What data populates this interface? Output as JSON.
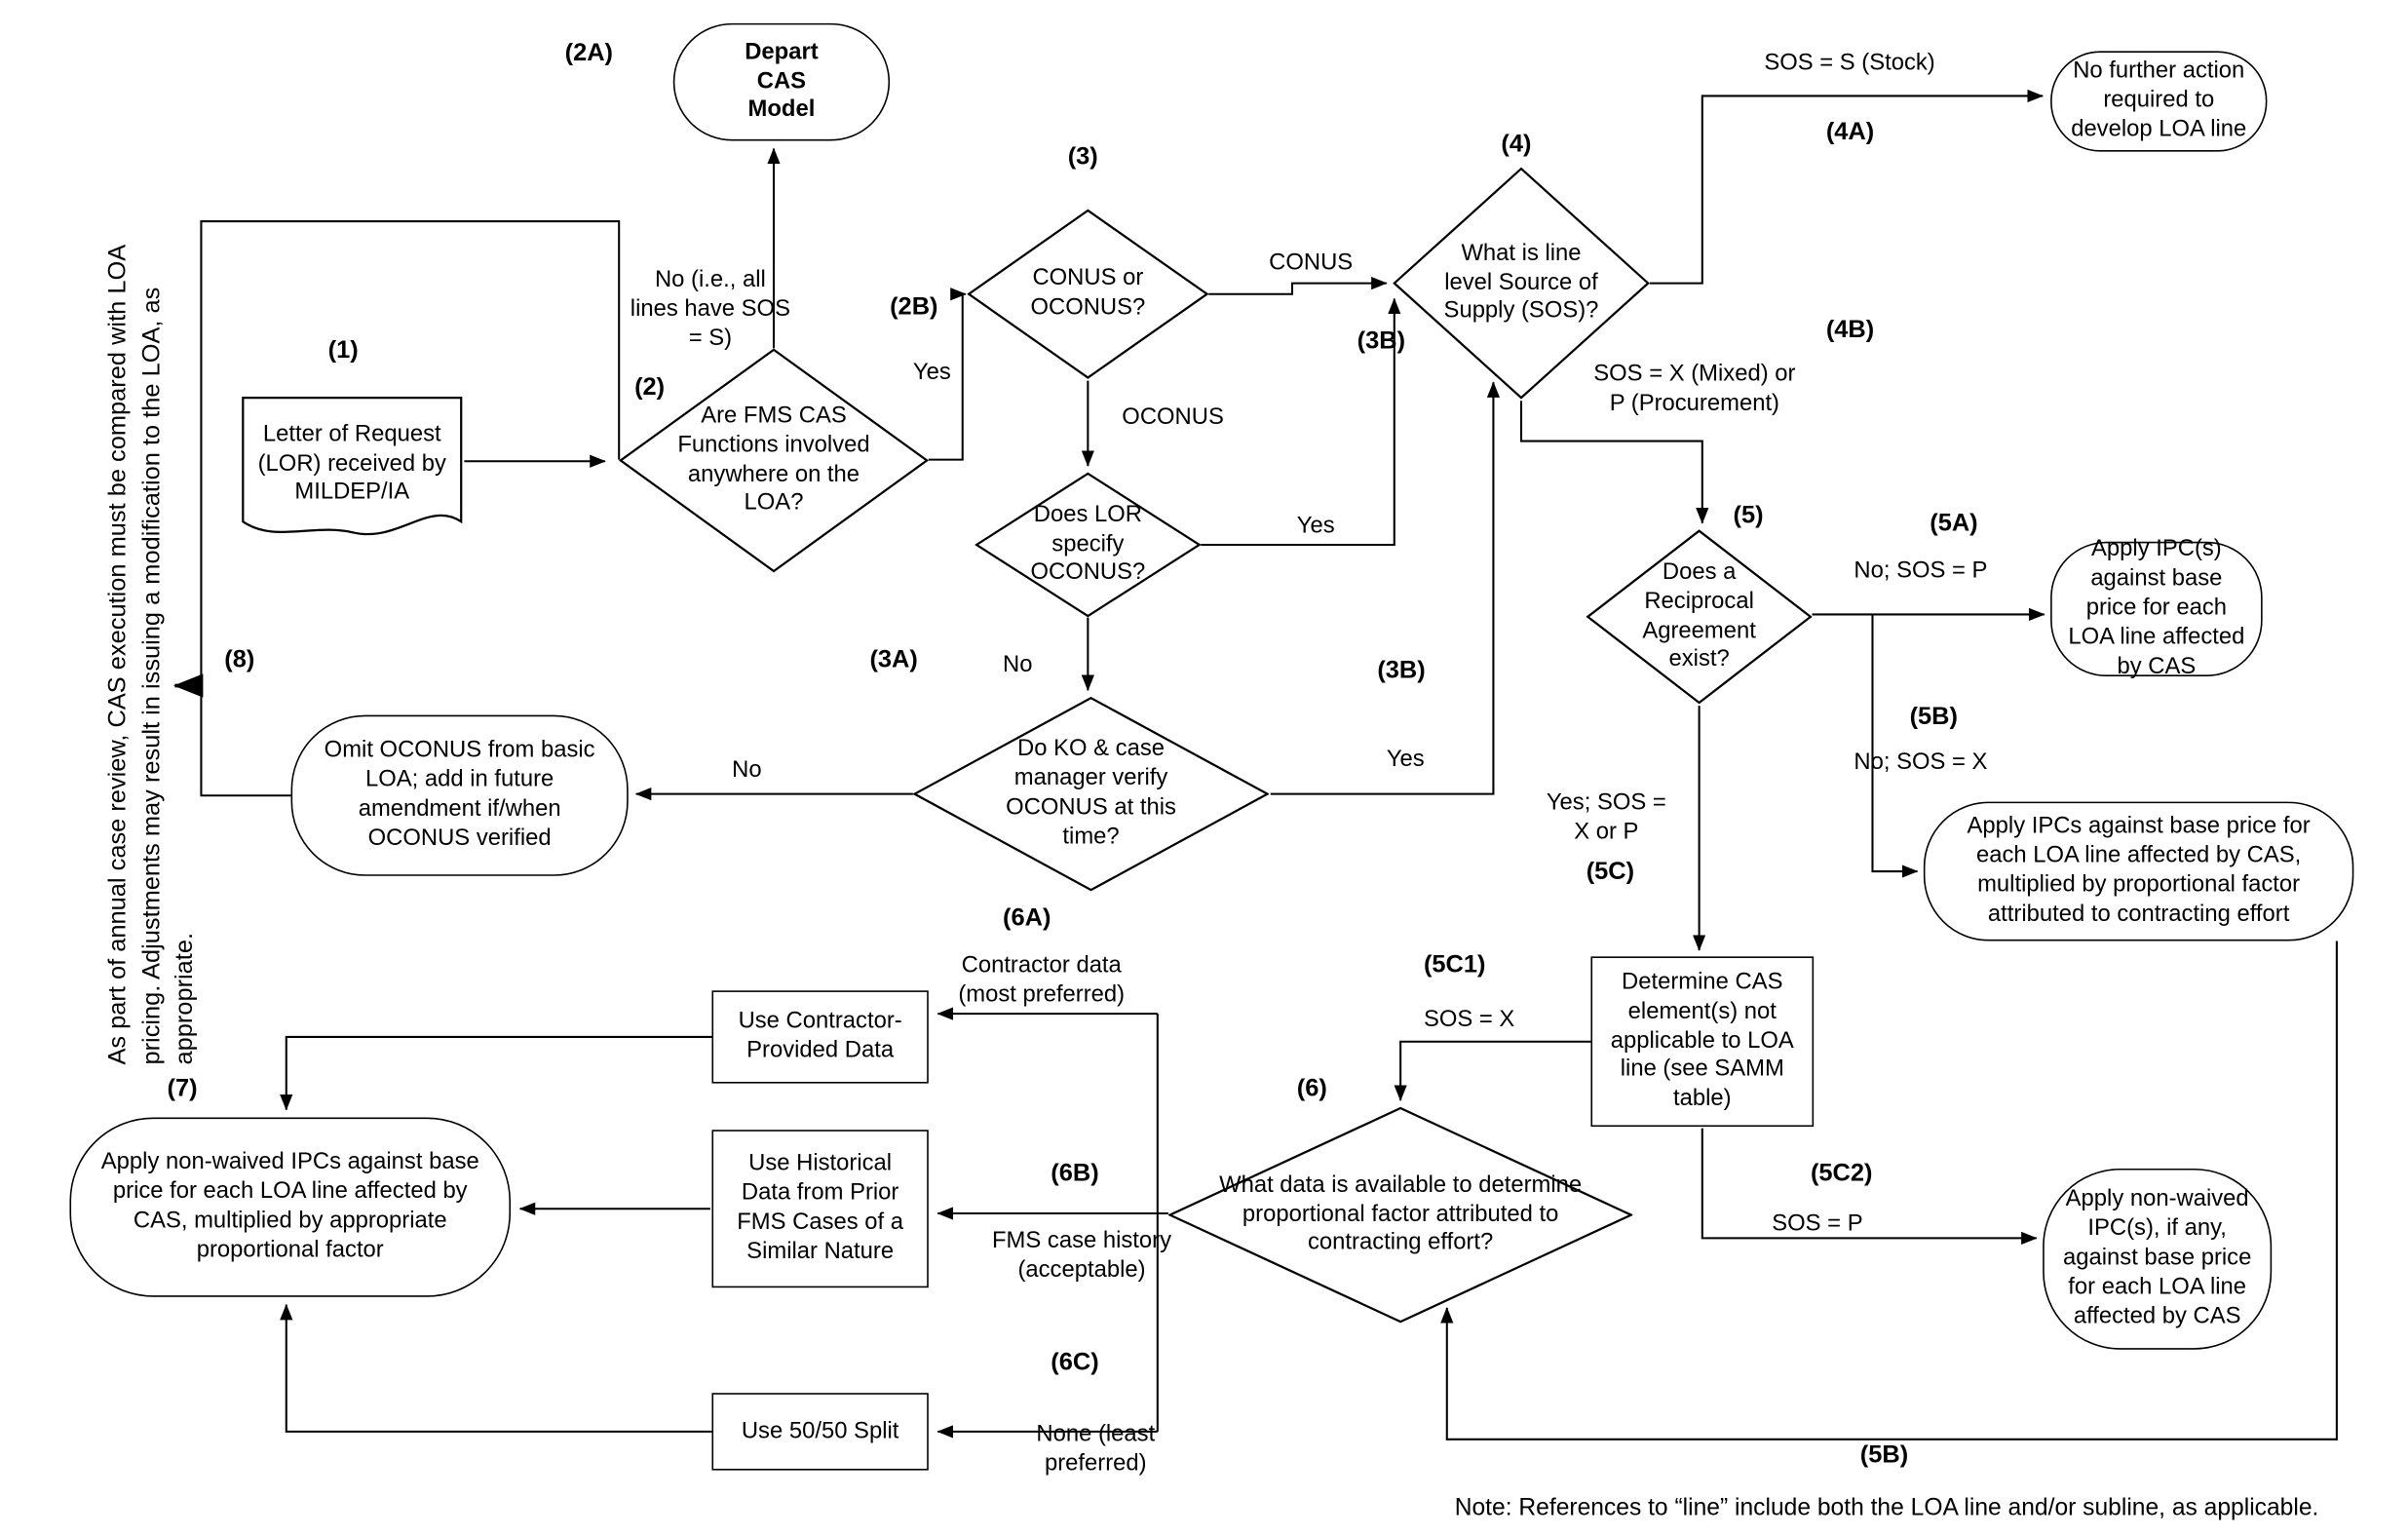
{
  "steps": {
    "s1": "(1)",
    "s2": "(2)",
    "s2a": "(2A)",
    "s2b": "(2B)",
    "s3": "(3)",
    "s3a": "(3A)",
    "s3b": "(3B)",
    "s4": "(4)",
    "s4a": "(4A)",
    "s4b": "(4B)",
    "s5": "(5)",
    "s5a": "(5A)",
    "s5b": "(5B)",
    "s5c": "(5C)",
    "s5c1": "(5C1)",
    "s5c2": "(5C2)",
    "s6": "(6)",
    "s6a": "(6A)",
    "s6b": "(6B)",
    "s6c": "(6C)",
    "s7": "(7)",
    "s8": "(8)"
  },
  "nodes": {
    "lor": "Letter of Request (LOR) received by MILDEP/IA",
    "fms_cas_functions": "Are FMS CAS Functions involved anywhere on the LOA?",
    "depart_cas": "Depart CAS Model",
    "conus_oconus": "CONUS or OCONUS?",
    "lor_specify_oconus": "Does LOR specify OCONUS?",
    "ko_verify": "Do KO & case manager verify OCONUS at this time?",
    "omit_oconus": "Omit OCONUS from basic LOA; add in future amendment if/when OCONUS verified",
    "sos": "What is line level Source of Supply (SOS)?",
    "no_further_action": "No further action required to develop LOA line",
    "reciprocal": "Does a Reciprocal Agreement exist?",
    "apply_ipc_5a": "Apply IPC(s) against base price for each LOA line affected by CAS",
    "apply_ipcs_5b": "Apply IPCs against base price for each LOA line affected by CAS, multiplied by proportional factor attributed to contracting effort",
    "determine_cas": "Determine CAS element(s) not applicable to LOA line (see SAMM table)",
    "data_available": "What data is available to determine proportional factor attributed to contracting effort?",
    "use_contractor": "Use Contractor-Provided Data",
    "use_historical": "Use Historical Data from Prior FMS Cases of a Similar Nature",
    "use_5050": "Use 50/50 Split",
    "apply_nonwaived_7": "Apply non-waived IPCs against base price for each LOA line affected by CAS, multiplied by appropriate proportional factor",
    "apply_nonwaived_5c2": "Apply non-waived IPC(s), if any, against base price for each LOA line affected by CAS"
  },
  "edge_labels": {
    "no_all_lines": "No (i.e., all lines have SOS = S)",
    "yes": "Yes",
    "no": "No",
    "conus": "CONUS",
    "oconus": "OCONUS",
    "sos_s_stock": "SOS = S (Stock)",
    "sos_x_mixed": "SOS = X (Mixed) or P (Procurement)",
    "no_sos_p": "No; SOS = P",
    "no_sos_x": "No; SOS = X",
    "yes_sos_x_or_p": "Yes; SOS = X or P",
    "sos_x": "SOS = X",
    "sos_p": "SOS = P",
    "contractor_data": "Contractor data (most preferred)",
    "fms_case_history": "FMS case history (acceptable)",
    "none_least": "None (least preferred)"
  },
  "side_note": "As part of annual case review, CAS execution must be compared with LOA pricing.  Adjustments may result in issuing a modification to the LOA, as appropriate.",
  "footnote": "Note:  References to “line” include both the LOA line and/or subline, as applicable."
}
